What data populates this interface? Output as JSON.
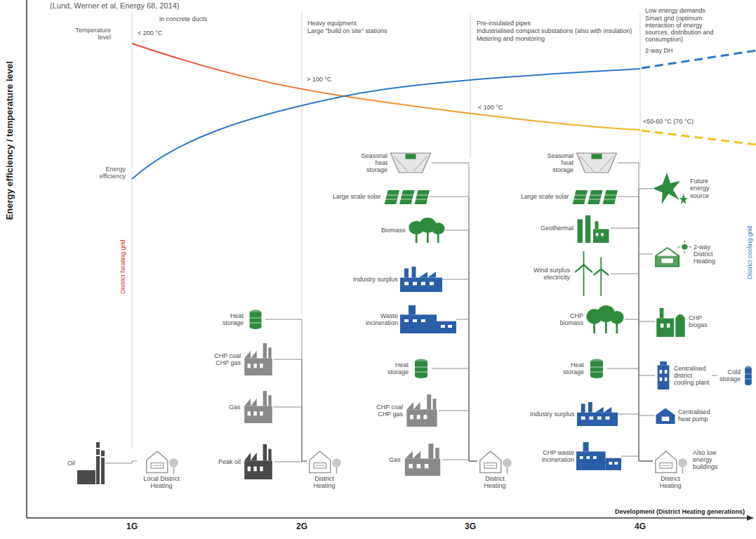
{
  "diagram": {
    "title": "(Lund, Werner et al, Energy 68, 2014)",
    "nodes": [
      {
        "text": [
          "Oil"
        ]
      },
      {
        "text": [
          "Local District Heating"
        ]
      },
      {
        "text": [
          "Heat storage"
        ]
      },
      {
        "text": [
          "CHP coal CHP gas"
        ]
      },
      {
        "text": [
          "Gas"
        ]
      },
      {
        "text": [
          "Peak oil"
        ]
      },
      {
        "text": [
          "District Heating"
        ]
      },
      {
        "text": [
          "Seasonal heat storage"
        ]
      },
      {
        "text": [
          "Large scale solar"
        ]
      },
      {
        "text": [
          "Biomass"
        ]
      },
      {
        "text": [
          "Industry surplus"
        ]
      },
      {
        "text": [
          "Waste incineration"
        ]
      },
      {
        "text": [
          "Heat storage"
        ]
      },
      {
        "text": [
          "CHP coal CHP gas"
        ]
      },
      {
        "text": [
          "Gas"
        ]
      },
      {
        "text": [
          "District Heating"
        ]
      },
      {
        "text": [
          "Seasonal heat storage"
        ]
      },
      {
        "text": [
          "Large scale solar"
        ]
      },
      {
        "text": [
          "Geothermal"
        ]
      },
      {
        "text": [
          "Wind surplus electricity"
        ]
      },
      {
        "text": [
          "CHP biomass"
        ]
      },
      {
        "text": [
          "Heat storage"
        ]
      },
      {
        "text": [
          "Industry surplus"
        ]
      },
      {
        "text": [
          "CHP waste incineration"
        ]
      },
      {
        "text": [
          "Future energy source"
        ]
      },
      {
        "text": [
          "2-way District Heating"
        ]
      },
      {
        "text": [
          "CHP biogas"
        ]
      },
      {
        "text": [
          "Centralised district cooling plant"
        ]
      },
      {
        "text": [
          "Centralised heat pump"
        ]
      },
      {
        "text": [
          "District Heating"
        ]
      },
      {
        "text": [
          "Cold storage"
        ]
      }
    ],
    "edges": [
      {
        "from": 0,
        "to": 1,
        "arrow": "none"
      },
      {
        "from": 2,
        "to": 6,
        "arrow": "none"
      },
      {
        "from": 3,
        "to": 6,
        "arrow": "none"
      },
      {
        "from": 4,
        "to": 6,
        "arrow": "none"
      },
      {
        "from": 5,
        "to": 6,
        "arrow": "none"
      },
      {
        "from": 7,
        "to": 15,
        "arrow": "none"
      },
      {
        "from": 8,
        "to": 15,
        "arrow": "none"
      },
      {
        "from": 9,
        "to": 15,
        "arrow": "none"
      },
      {
        "from": 10,
        "to": 15,
        "arrow": "none"
      },
      {
        "from": 11,
        "to": 15,
        "arrow": "none"
      },
      {
        "from": 12,
        "to": 15,
        "arrow": "none"
      },
      {
        "from": 13,
        "to": 15,
        "arrow": "none"
      },
      {
        "from": 14,
        "to": 15,
        "arrow": "none"
      },
      {
        "from": 16,
        "to": 29,
        "arrow": "none"
      },
      {
        "from": 17,
        "to": 29,
        "arrow": "none"
      },
      {
        "from": 18,
        "to": 29,
        "arrow": "none"
      },
      {
        "from": 19,
        "to": 29,
        "arrow": "none"
      },
      {
        "from": 20,
        "to": 29,
        "arrow": "none"
      },
      {
        "from": 21,
        "to": 29,
        "arrow": "none"
      },
      {
        "from": 22,
        "to": 29,
        "arrow": "none"
      },
      {
        "from": 23,
        "to": 29,
        "arrow": "none"
      },
      {
        "from": 24,
        "to": 29,
        "arrow": "none"
      },
      {
        "from": 25,
        "to": 29,
        "arrow": "none"
      },
      {
        "from": 26,
        "to": 29,
        "arrow": "none"
      },
      {
        "from": 27,
        "to": 29,
        "arrow": "none"
      },
      {
        "from": 28,
        "to": 29,
        "arrow": "none"
      },
      {
        "from": 27,
        "to": 30,
        "arrow": "none"
      }
    ],
    "labels": [
      "in concrete ducts",
      "Heavy equipment",
      "Large \"build on site\" stations",
      "Pre-insulated pipes",
      "Industrialised compact substations (also with insulation)",
      "Metering and monitoring",
      "Low energy demands",
      "Smart grid (optimum interaction of energy sources, distribution and consumption)",
      "2-way DH",
      "Temperature level",
      "< 200 °C",
      "> 100 °C",
      "< 100 °C",
      "<50-60 °C (70 °C)",
      "Energy efficiency",
      "Energy efficiency / temperature level",
      "District heating grid",
      "District cooling grid",
      "Also low energy buildings",
      "Development (District Heating generations)",
      "1G",
      "2G",
      "3G",
      "4G"
    ]
  }
}
